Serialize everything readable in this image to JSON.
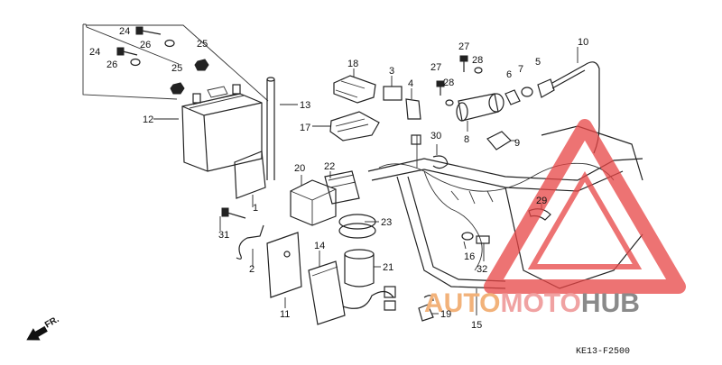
{
  "diagram": {
    "figure_code": "KE13-F2500",
    "direction_label": "FR.",
    "callouts": [
      {
        "id": "c1",
        "text": "1"
      },
      {
        "id": "c2",
        "text": "2"
      },
      {
        "id": "c3",
        "text": "3"
      },
      {
        "id": "c4",
        "text": "4"
      },
      {
        "id": "c5",
        "text": "5"
      },
      {
        "id": "c6",
        "text": "6"
      },
      {
        "id": "c7",
        "text": "7"
      },
      {
        "id": "c8",
        "text": "8"
      },
      {
        "id": "c9",
        "text": "9"
      },
      {
        "id": "c10",
        "text": "10"
      },
      {
        "id": "c11",
        "text": "11"
      },
      {
        "id": "c12",
        "text": "12"
      },
      {
        "id": "c13",
        "text": "13"
      },
      {
        "id": "c14",
        "text": "14"
      },
      {
        "id": "c15",
        "text": "15"
      },
      {
        "id": "c16",
        "text": "16"
      },
      {
        "id": "c17",
        "text": "17"
      },
      {
        "id": "c18",
        "text": "18"
      },
      {
        "id": "c19",
        "text": "19"
      },
      {
        "id": "c20",
        "text": "20"
      },
      {
        "id": "c21",
        "text": "21"
      },
      {
        "id": "c22",
        "text": "22"
      },
      {
        "id": "c23",
        "text": "23"
      },
      {
        "id": "c24a",
        "text": "24"
      },
      {
        "id": "c24b",
        "text": "24"
      },
      {
        "id": "c25a",
        "text": "25"
      },
      {
        "id": "c25b",
        "text": "25"
      },
      {
        "id": "c26a",
        "text": "26"
      },
      {
        "id": "c26b",
        "text": "26"
      },
      {
        "id": "c27a",
        "text": "27"
      },
      {
        "id": "c27b",
        "text": "27"
      },
      {
        "id": "c28a",
        "text": "28"
      },
      {
        "id": "c28b",
        "text": "28"
      },
      {
        "id": "c29",
        "text": "29"
      },
      {
        "id": "c30",
        "text": "30"
      },
      {
        "id": "c31",
        "text": "31"
      },
      {
        "id": "c32",
        "text": "32"
      }
    ]
  },
  "watermark": {
    "part1": "AUTO",
    "part2": "MOTO",
    "part3": "HUB",
    "colors": {
      "auto": "#f2b27a",
      "moto": "#f0a2a2",
      "hub": "#8a8a8a",
      "triangle": "#e84545"
    }
  }
}
